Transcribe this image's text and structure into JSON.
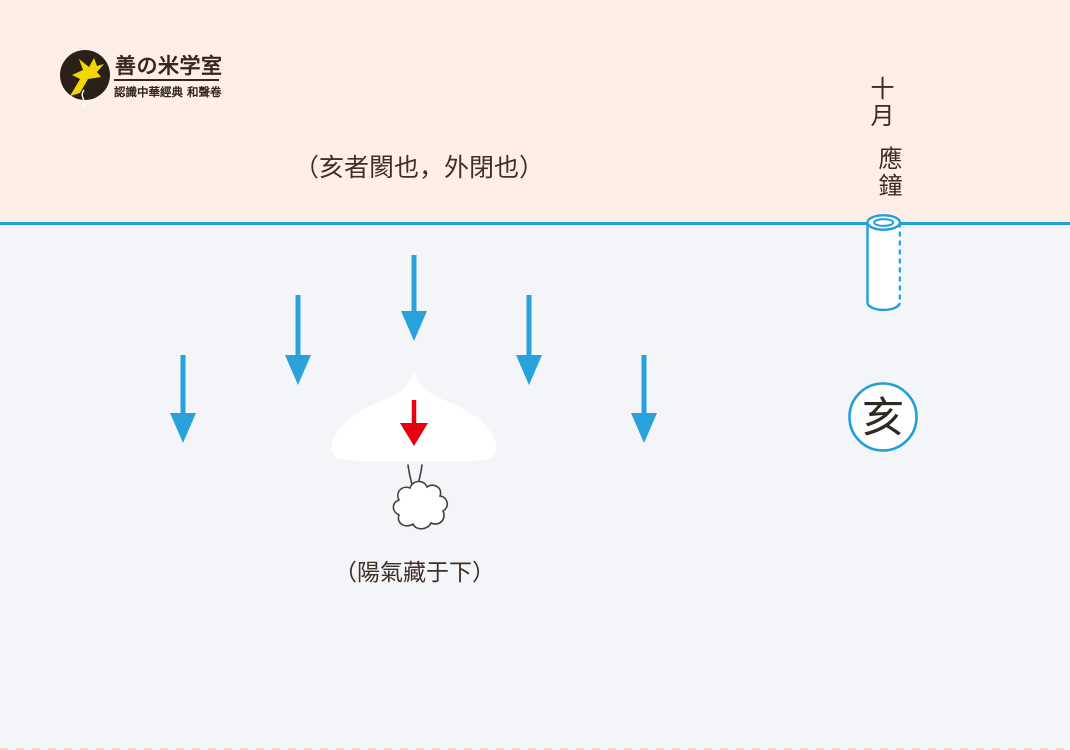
{
  "window": {
    "kind": "educational-diagram",
    "topic": "tenth-month hai branch, yang qi stored below"
  },
  "colors": {
    "sky_background": "#fdefe7",
    "ground_background": "#f3f5f8",
    "accent_blue": "#219fd9",
    "arrow_blue": "#29a2db",
    "arrow_red": "#e50012",
    "text_dark_brown": "#3f2f28",
    "logo_dark": "#2a2019",
    "logo_bird_yellow": "#f2d600",
    "bottom_dash_pink": "#f0d9cc"
  },
  "logo": {
    "title": "善の米学室",
    "subtitle": "認識中華經典 和聲卷"
  },
  "captions": {
    "top": "（亥者閡也，外閉也）",
    "bottom": "（陽氣藏于下）"
  },
  "right_panel": {
    "month": "十月",
    "pitch_name": "應鐘",
    "earthly_branch": "亥"
  },
  "icons": {
    "logo_mark": "swallow-bird-logo",
    "down_arrows": "blue-down-arrow x5",
    "center_arrow": "red-down-arrow",
    "white_mound": "sinking-cloud-mound",
    "puff": "yang-qi-puff-cloud",
    "pipe": "pitch-pipe-cylinder",
    "branch_badge": "hai-branch-circle"
  }
}
